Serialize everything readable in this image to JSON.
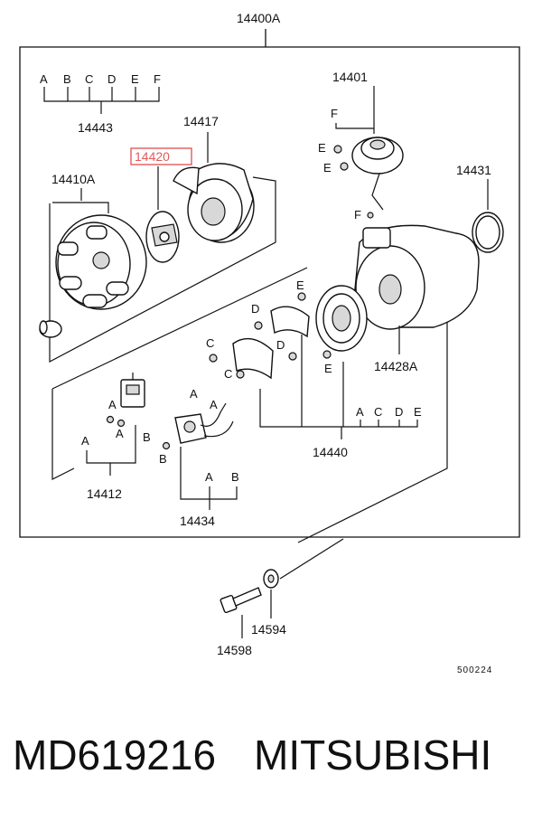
{
  "diagram": {
    "assembly": "14400A",
    "ref_code": "500224",
    "letters": {
      "A": "A",
      "B": "B",
      "C": "C",
      "D": "D",
      "E": "E",
      "F": "F"
    },
    "parts": {
      "p14443": "14443",
      "p14417": "14417",
      "p14420": "14420",
      "p14410A": "14410A",
      "p14401": "14401",
      "p14431": "14431",
      "p14428A": "14428A",
      "p14440": "14440",
      "p14412": "14412",
      "p14434": "14434",
      "p14594": "14594",
      "p14598": "14598"
    },
    "highlight_color": "#e05a5a"
  },
  "footer": {
    "part_number": "MD619216",
    "brand": "MITSUBISHI"
  }
}
